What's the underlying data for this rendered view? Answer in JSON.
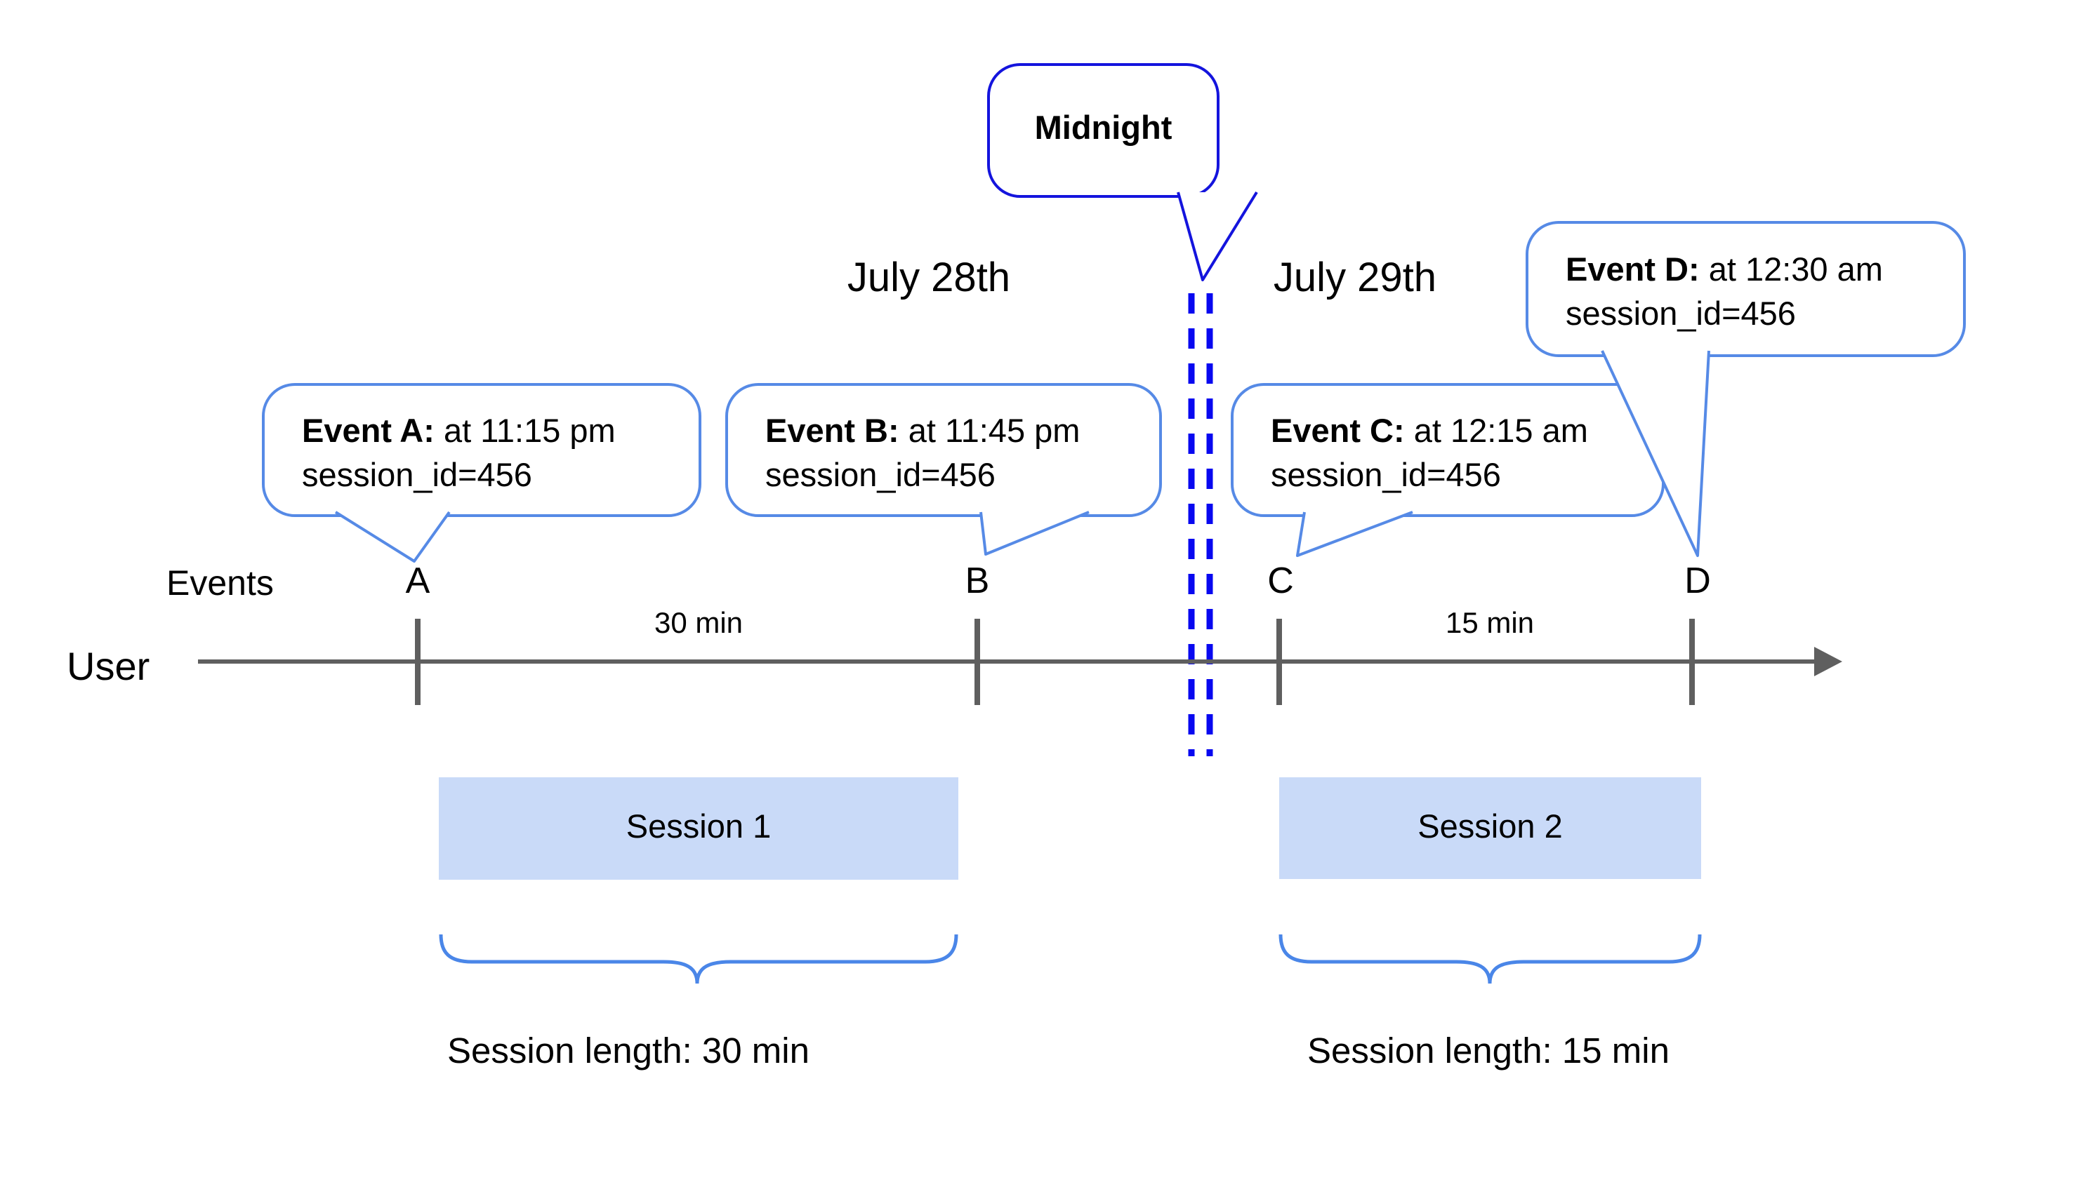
{
  "dates": {
    "before": "July 28th",
    "after": "July 29th"
  },
  "midnight": {
    "label": "Midnight"
  },
  "timeline": {
    "events_label": "Events",
    "user_label": "User"
  },
  "events": [
    {
      "letter": "A",
      "label": "Event A:",
      "time": " at 11:15 pm",
      "session": "session_id=456"
    },
    {
      "letter": "B",
      "label": "Event B:",
      "time": " at 11:45 pm",
      "session": "session_id=456"
    },
    {
      "letter": "C",
      "label": "Event C:",
      "time": " at 12:15 am",
      "session": "session_id=456"
    },
    {
      "letter": "D",
      "label": "Event D:",
      "time": " at 12:30 am",
      "session": "session_id=456"
    }
  ],
  "intervals": [
    {
      "label": "30 min"
    },
    {
      "label": "15 min"
    }
  ],
  "sessions": [
    {
      "label": "Session 1",
      "length_label": "Session length: 30 min"
    },
    {
      "label": "Session 2",
      "length_label": "Session length: 15 min"
    }
  ],
  "colors": {
    "bubble_border": "#568ae6",
    "midnight_border": "#1414dd",
    "dash": "#0808f0",
    "timeline": "#5f5f5f",
    "session_fill": "#c9daf8",
    "brace": "#4a86e8"
  }
}
